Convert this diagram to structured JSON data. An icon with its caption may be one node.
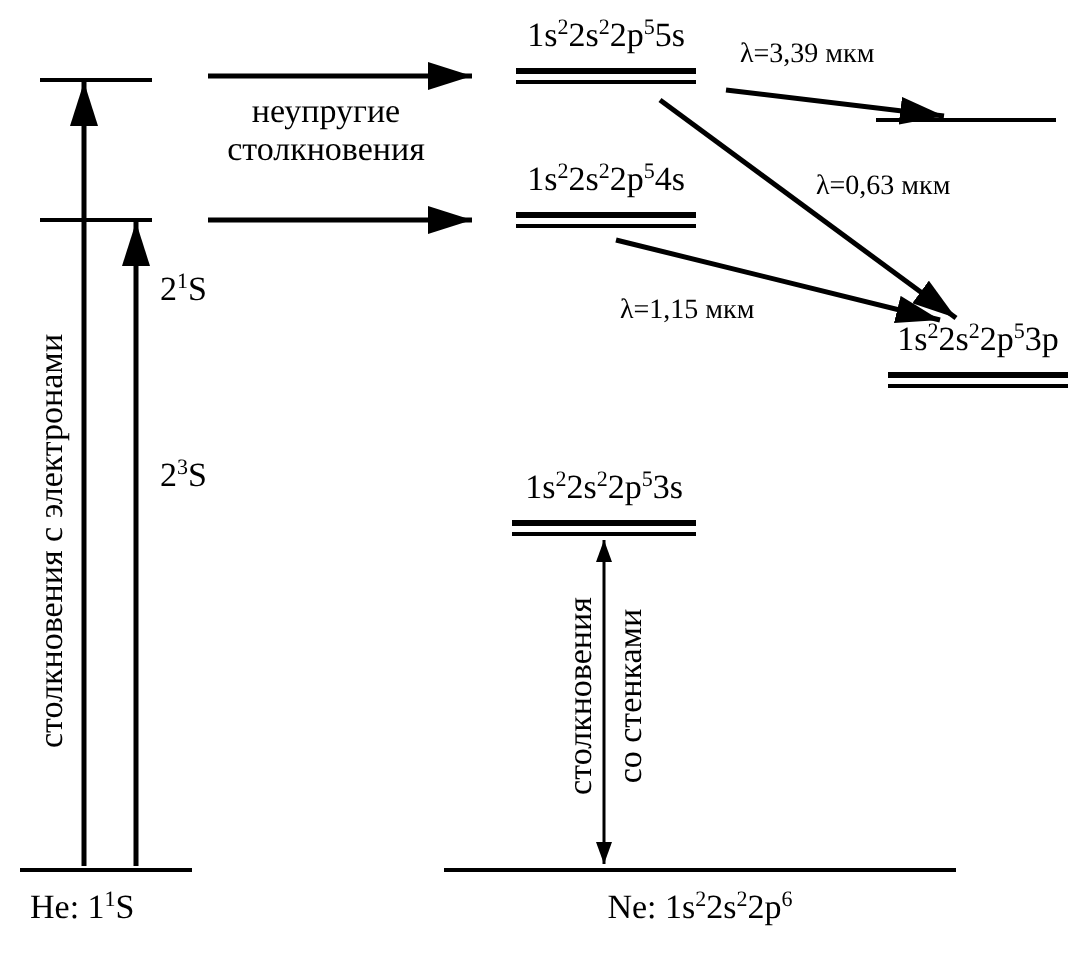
{
  "diagram": {
    "nodes": [
      {
        "text": [],
        "shape": "bar"
      },
      {
        "text": [],
        "shape": "bar"
      },
      {
        "text": [
          "He:  1$^{1}$S"
        ]
      },
      {
        "text": [
          "1s$^{2}$2s$^{2}$2p$^{5}$5s"
        ]
      },
      {
        "text": [
          "1s$^{2}$2s$^{2}$2p$^{5}$4s"
        ]
      },
      {
        "text": [],
        "shape": "bar"
      },
      {
        "text": [
          "1s$^{2}$2s$^{2}$2p$^{5}$3p"
        ]
      },
      {
        "text": [
          "1s$^{2}$2s$^{2}$2p$^{5}$3s"
        ]
      },
      {
        "text": [
          "Ne:   1s$^{2}$2s$^{2}$2p$^{6}$"
        ]
      }
    ],
    "edges": [
      {
        "from": 2,
        "to": 0,
        "arrow": "to",
        "label": "столкновения с электронами"
      },
      {
        "from": 2,
        "to": 1,
        "arrow": "to"
      },
      {
        "from": 0,
        "to": 3,
        "arrow": "to"
      },
      {
        "from": 1,
        "to": 4,
        "arrow": "to"
      },
      {
        "from": 3,
        "to": 5,
        "arrow": "to",
        "label": "λ=3,39 мкм"
      },
      {
        "from": 3,
        "to": 6,
        "arrow": "to",
        "label": "λ=0,63 мкм"
      },
      {
        "from": 4,
        "to": 6,
        "arrow": "to",
        "label": "λ=1,15 мкм"
      },
      {
        "from": 7,
        "to": 8,
        "arrow": "both",
        "label": "столкновения со стенками"
      }
    ],
    "labels": [
      "неупругие столкновения",
      "2$^{1}$S",
      "2$^{3}$S"
    ]
  }
}
